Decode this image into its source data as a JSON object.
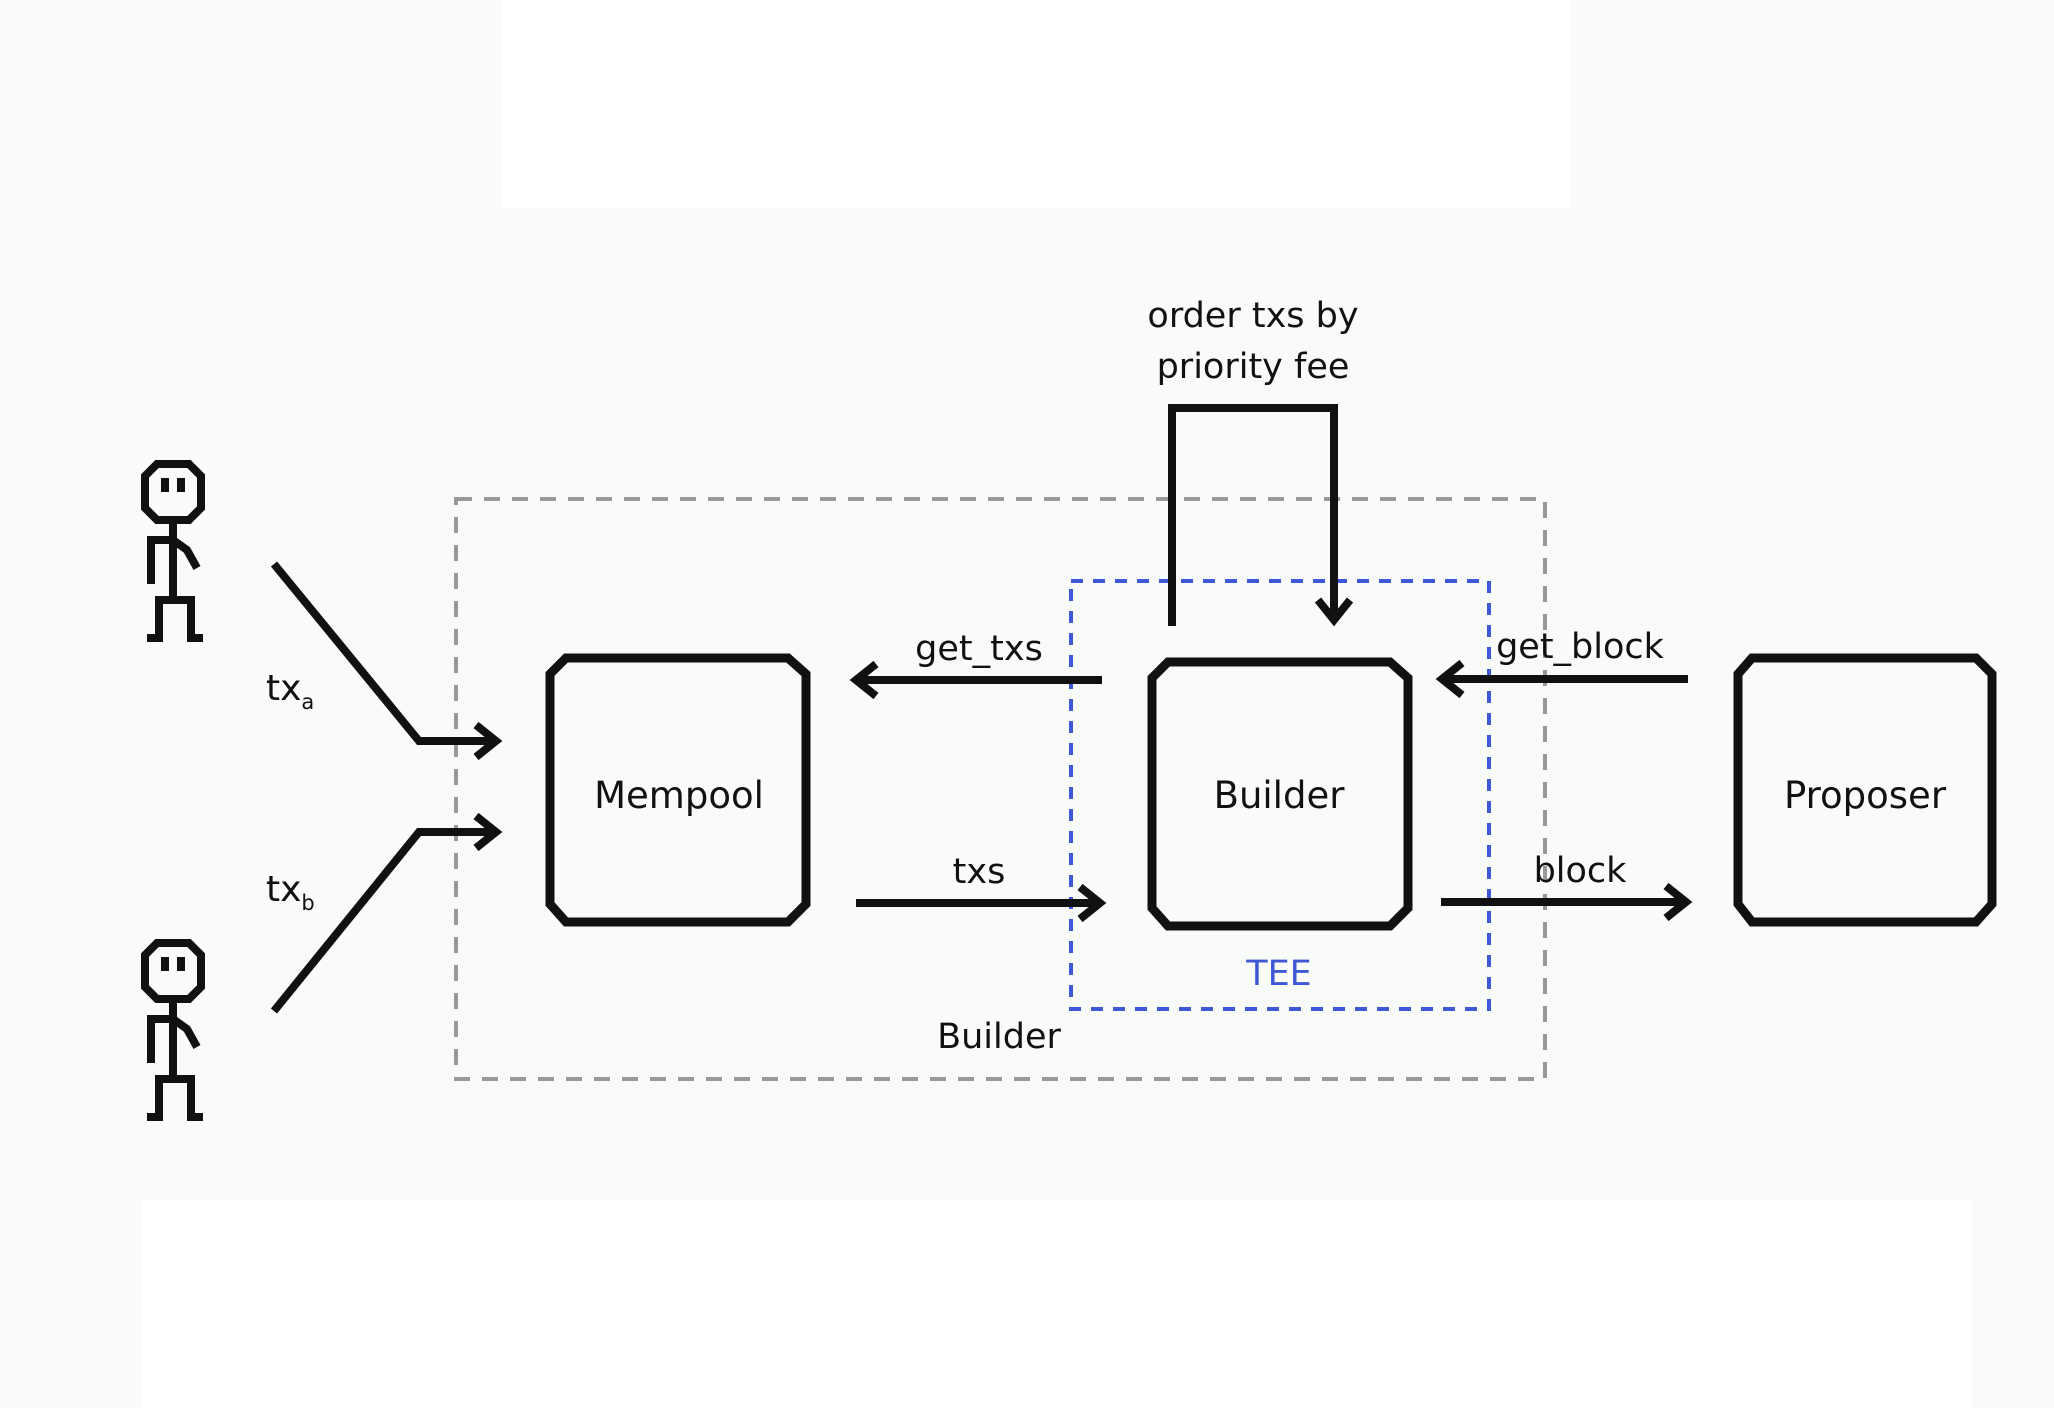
{
  "colors": {
    "background": "#f9fbf9",
    "panel": "#ffffff",
    "ink": "#111111",
    "builder_boundary": "#999999",
    "tee_boundary": "#3f59d6"
  },
  "users": [
    {
      "icon": "stick-figure-icon",
      "tx_main": "tx",
      "tx_sub": "a"
    },
    {
      "icon": "stick-figure-icon",
      "tx_main": "tx",
      "tx_sub": "b"
    }
  ],
  "nodes": {
    "mempool": "Mempool",
    "builder": "Builder",
    "proposer": "Proposer"
  },
  "regions": {
    "builder_boundary_label": "Builder",
    "tee_label": "TEE"
  },
  "edges": {
    "get_txs": "get_txs",
    "txs": "txs",
    "get_block": "get_block",
    "block": "block",
    "self_loop_line1": "order txs by",
    "self_loop_line2": "priority fee"
  }
}
